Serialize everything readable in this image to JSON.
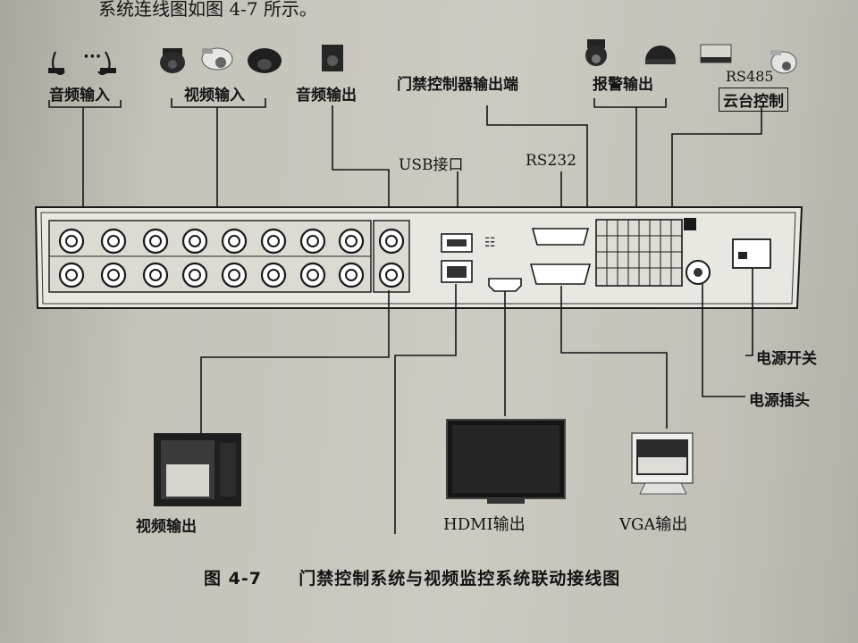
{
  "header": {
    "text": "系统连线图如图 4-7 所示。"
  },
  "labels": {
    "audio_input": "音频输入",
    "audio_input_dots": "···",
    "video_input": "视频输入",
    "audio_output": "音频输出",
    "door_controller_output": "门禁控制器输出端",
    "alarm_output": "报警输出",
    "rs485": "RS485",
    "ptz_control": "云台控制",
    "usb_port": "USB接口",
    "rs232": "RS232",
    "power_switch": "电源开关",
    "power_plug": "电源插头",
    "video_output": "视频输出",
    "hdmi_output": "HDMI输出",
    "vga_output": "VGA输出"
  },
  "caption": {
    "number": "图 4-7",
    "title": "门禁控制系统与视频监控系统联动接线图"
  },
  "colors": {
    "paper": "#c9c6be",
    "ink": "#141414",
    "panel": "#e9e7e1"
  }
}
